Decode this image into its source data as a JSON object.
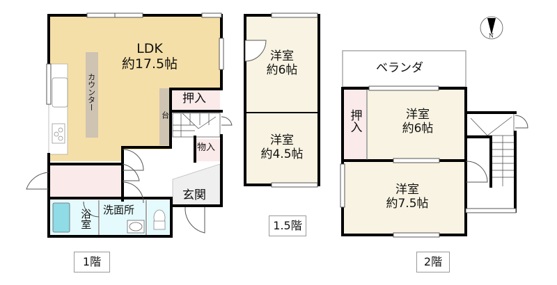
{
  "compass": {
    "icon": "north-arrow-icon",
    "label": "N"
  },
  "floors": {
    "first": {
      "label": "1階",
      "rooms": {
        "ldk": {
          "name": "LDK",
          "size": "約17.5帖"
        },
        "counter": "カウンター",
        "stand": "台",
        "closet": "押入",
        "storage": "物入",
        "entrance": "玄関",
        "washroom": "洗面所",
        "bath": "浴室"
      }
    },
    "mezzanine": {
      "label": "1.5階",
      "rooms": {
        "western_upper": {
          "name": "洋室",
          "size": "約6帖"
        },
        "western_lower": {
          "name": "洋室",
          "size": "約4.5帖"
        }
      }
    },
    "second": {
      "label": "2階",
      "rooms": {
        "veranda": "ベランダ",
        "closet": "押入",
        "western_upper": {
          "name": "洋室",
          "size": "約6帖"
        },
        "western_lower": {
          "name": "洋室",
          "size": "約7.5帖"
        }
      }
    }
  },
  "colors": {
    "ldk": "#f5dfa8",
    "room": "#f8f3e2",
    "pink": "#fbeaea",
    "water": "#e4fafc",
    "bathtub": "#8fdbe6",
    "counter": "#cfc3b2",
    "wall": "#000000"
  }
}
